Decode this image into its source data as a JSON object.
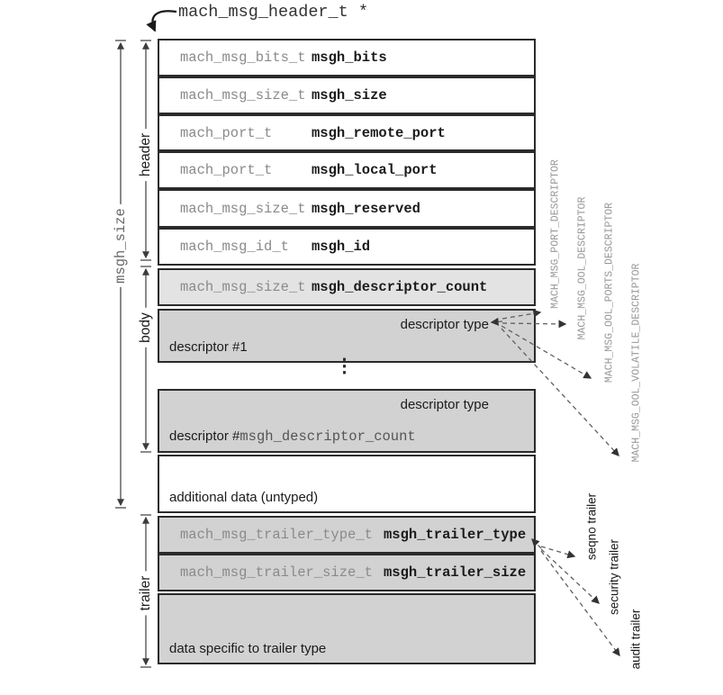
{
  "title": "mach_msg_header_t *",
  "rows": [
    {
      "type": "mach_msg_bits_t",
      "name": "msgh_bits"
    },
    {
      "type": "mach_msg_size_t",
      "name": "msgh_size"
    },
    {
      "type": "mach_port_t",
      "name": "msgh_remote_port"
    },
    {
      "type": "mach_port_t",
      "name": "msgh_local_port"
    },
    {
      "type": "mach_msg_size_t",
      "name": "msgh_reserved"
    },
    {
      "type": "mach_msg_id_t",
      "name": "msgh_id"
    },
    {
      "type": "mach_msg_size_t",
      "name": "msgh_descriptor_count"
    }
  ],
  "trailer_rows": [
    {
      "type": "mach_msg_trailer_type_t",
      "name": "msgh_trailer_type"
    },
    {
      "type": "mach_msg_trailer_size_t",
      "name": "msgh_trailer_size"
    }
  ],
  "boxes": {
    "descriptor1_label": "descriptor #1",
    "descriptor_type_label": "descriptor type",
    "descriptorN_prefix": "descriptor #",
    "descriptorN_name": "msgh_descriptor_count",
    "additional_data": "additional data (untyped)",
    "trailer_data": "data specific to trailer type"
  },
  "ellipsis": "⋮",
  "side": {
    "size_label": "msgh_size",
    "header": "header",
    "body": "body",
    "trailer": "trailer"
  },
  "descriptor_types": [
    "MACH_MSG_PORT_DESCRIPTOR",
    "MACH_MSG_OOL_DESCRIPTOR",
    "MACH_MSG_OOL_PORTS_DESCRIPTOR",
    "MACH_MSG_OOL_VOLATILE_DESCRIPTOR"
  ],
  "trailer_types": [
    "seqno trailer",
    "security trailer",
    "audit trailer"
  ],
  "colors": {
    "border": "#2b2b2b",
    "fill_light": "#e3e3e3",
    "fill_mid": "#d2d2d2",
    "type_text": "#8a8a8a",
    "name_text": "#1b1b1b",
    "side_mono": "#666666",
    "descriptor_const": "#999999",
    "arrow": "#3c3c3c"
  }
}
